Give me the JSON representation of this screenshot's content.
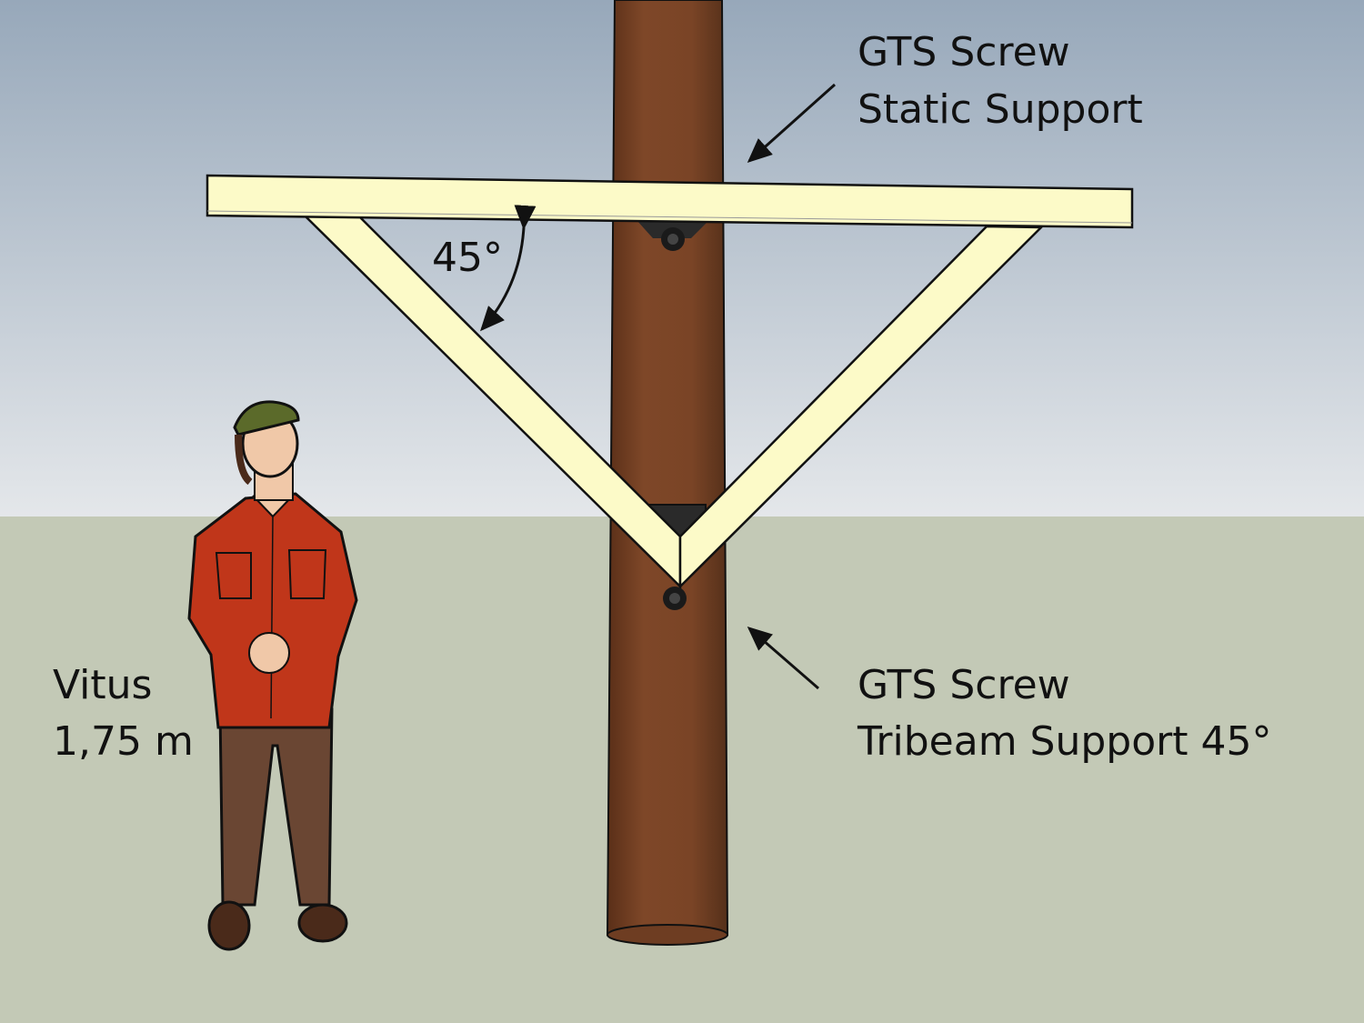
{
  "labels": {
    "static_support": {
      "line1": "GTS Screw",
      "line2": "Static Support"
    },
    "tribeam_support": {
      "line1": "GTS Screw",
      "line2": "Tribeam Support 45°"
    },
    "angle": "45°",
    "person": {
      "name": "Vitus",
      "height": "1,75 m"
    }
  },
  "colors": {
    "sky_top": "#97a8ba",
    "sky_bottom": "#e4e7ea",
    "ground": "#c3c9b6",
    "trunk": "#7a4426",
    "beam": "#fcfac8",
    "shirt": "#c0361a",
    "pants": "#6a4633",
    "hardware": "#222222"
  }
}
